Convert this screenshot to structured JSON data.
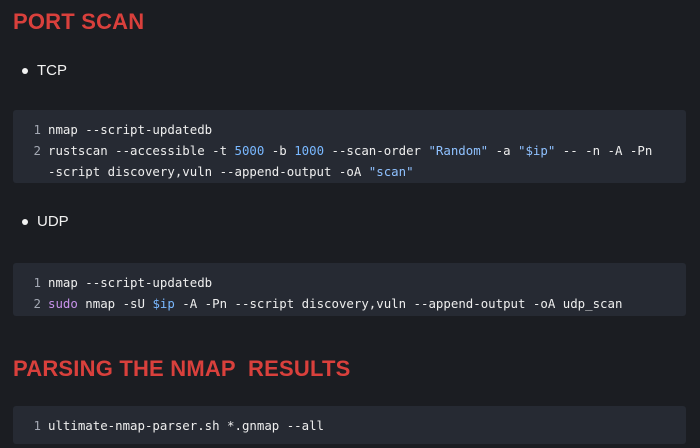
{
  "sections": [
    {
      "heading": "PORT SCAN"
    },
    {
      "heading": "PARSING THE NMAP  RESULTS"
    }
  ],
  "bullets": [
    "TCP",
    "UDP"
  ],
  "code": {
    "tcp": {
      "line_numbers": [
        "1",
        "2",
        ""
      ],
      "line1": "nmap --script-updatedb",
      "line2": {
        "a": "rustscan --accessible -t ",
        "n1": "5000",
        "b": " -b ",
        "n2": "1000",
        "c": " --scan-order ",
        "s1": "\"Random\"",
        "d": " -a ",
        "s2": "\"$ip\"",
        "e": " -- -n -A -Pn"
      },
      "line3": {
        "a": "-script discovery,vuln --append-output -oA ",
        "s1": "\"scan\""
      }
    },
    "udp": {
      "line_numbers": [
        "1",
        "2"
      ],
      "line1": "nmap --script-updatedb",
      "line2": {
        "kw": "sudo",
        "a": " nmap -sU ",
        "var": "$ip",
        "b": " -A -Pn --script discovery,vuln --append-output -oA udp_scan"
      }
    },
    "parse": {
      "line_numbers": [
        "1"
      ],
      "line1": "ultimate-nmap-parser.sh *.gnmap --all"
    }
  },
  "colors": {
    "heading": "#d9403c",
    "background": "#1b1d22",
    "code_background": "#262a33",
    "number": "#79b8ff",
    "string": "#8fc1ff",
    "keyword": "#c792ea"
  }
}
